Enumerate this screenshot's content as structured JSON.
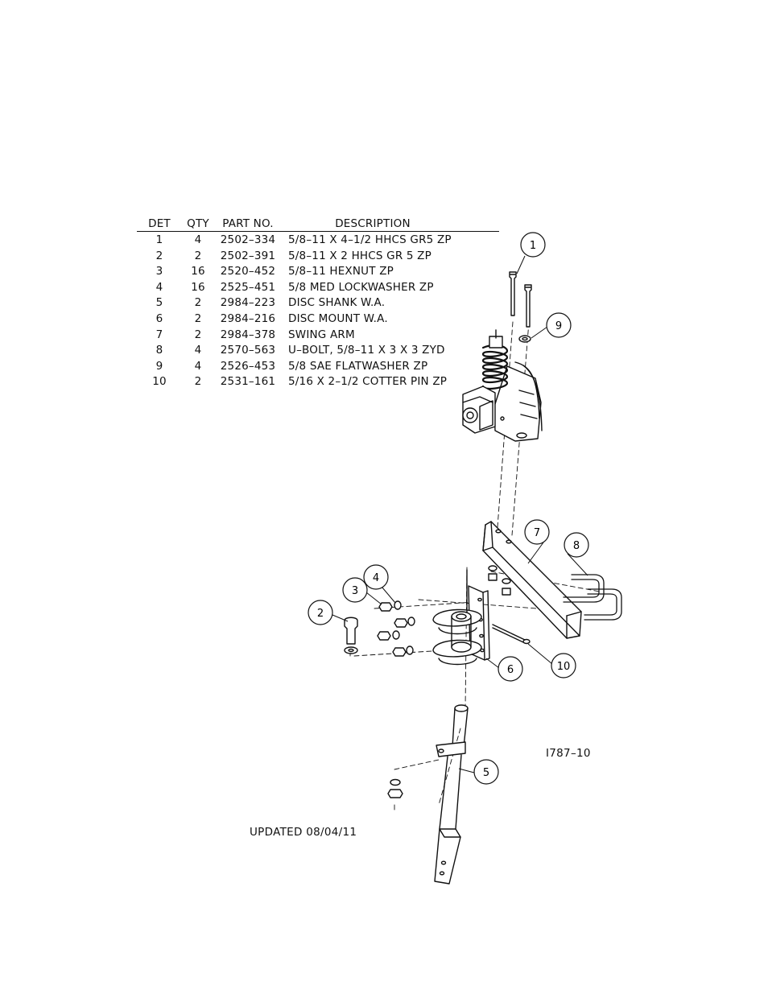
{
  "table": {
    "headers": {
      "det": "DET",
      "qty": "QTY",
      "part": "PART NO.",
      "desc": "DESCRIPTION"
    },
    "rows": [
      {
        "det": "1",
        "qty": "4",
        "part": "2502–334",
        "desc": "5/8–11 X 4–1/2 HHCS GR5 ZP"
      },
      {
        "det": "2",
        "qty": "2",
        "part": "2502–391",
        "desc": "5/8–11 X 2 HHCS GR 5 ZP"
      },
      {
        "det": "3",
        "qty": "16",
        "part": "2520–452",
        "desc": "5/8–11 HEXNUT ZP"
      },
      {
        "det": "4",
        "qty": "16",
        "part": "2525–451",
        "desc": "5/8 MED LOCKWASHER ZP"
      },
      {
        "det": "5",
        "qty": "2",
        "part": "2984–223",
        "desc": "DISC SHANK W.A."
      },
      {
        "det": "6",
        "qty": "2",
        "part": "2984–216",
        "desc": "DISC MOUNT W.A."
      },
      {
        "det": "7",
        "qty": "2",
        "part": "2984–378",
        "desc": "SWING ARM"
      },
      {
        "det": "8",
        "qty": "4",
        "part": "2570–563",
        "desc": "U–BOLT, 5/8–11 X 3 X 3 ZYD"
      },
      {
        "det": "9",
        "qty": "4",
        "part": "2526–453",
        "desc": "5/8 SAE FLATWASHER  ZP"
      },
      {
        "det": "10",
        "qty": "2",
        "part": "2531–161",
        "desc": "5/16 X 2–1/2 COTTER PIN ZP"
      }
    ]
  },
  "drawing_number": "I787–10",
  "updated": "UPDATED 08/04/11",
  "callouts": {
    "c1": "1",
    "c2": "2",
    "c3": "3",
    "c4": "4",
    "c5": "5",
    "c6": "6",
    "c7": "7",
    "c8": "8",
    "c9": "9",
    "c10": "10"
  }
}
